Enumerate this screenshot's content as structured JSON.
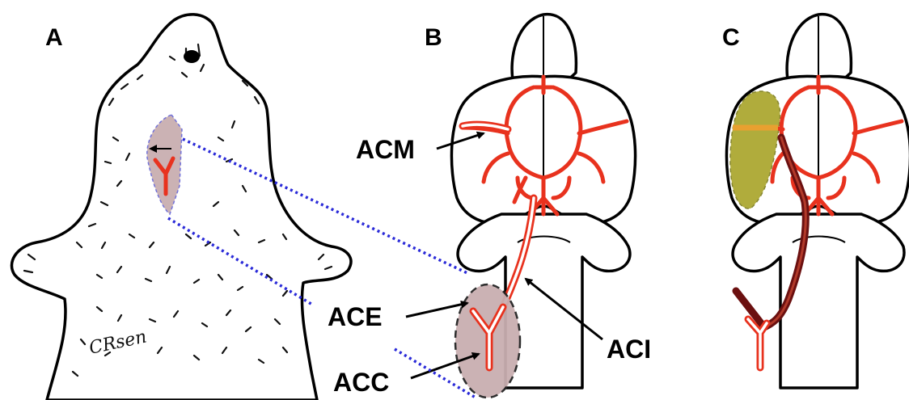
{
  "panels": {
    "a": "A",
    "b": "B",
    "c": "C"
  },
  "labels": {
    "acm": "ACM",
    "ace": "ACE",
    "acc": "ACC",
    "aci": "ACI"
  },
  "signature": "CRsen",
  "colors": {
    "artery": "#e8321e",
    "occluded_artery": "#6b1010",
    "incision_region": "#c9aeb0",
    "infarct_region": "#a8a428",
    "guide_lines": "#2a2ad8"
  }
}
